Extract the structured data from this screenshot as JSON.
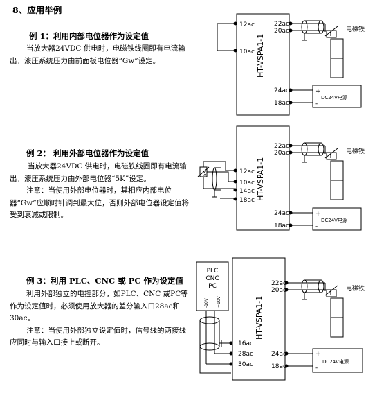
{
  "heading": "8、应用举例",
  "examples": [
    {
      "title": "例 1：利用内部电位器作为设定值",
      "paragraphs": [
        "当放大器24VDC 供电时，电磁铁线圈即有电流输出，液压系统压力由前面板电位器“Gw”设定。"
      ],
      "device": "HT-VSPA1-1",
      "left_terminals": [
        "12ac",
        "10ac"
      ],
      "right_terminals": [
        "22ac",
        "20ac",
        "24ac",
        "18ac"
      ],
      "solenoid_label": "电磁铁",
      "power_label": "DC24V电源",
      "plus": "+",
      "minus": "-"
    },
    {
      "title": "例 2：  利用外部电位器作为设定值",
      "paragraphs": [
        "当放大器24VDC 供电时，电磁铁线圈即有电流输出，液压系统压力由外部电位器“5K”设定。",
        "注意：当使用外部电位器时，其相应内部电位器“Gw”应顺时针调到最大位，否则外部电位器设定值将受到衰减或限制。"
      ],
      "device": "HT-VSPA1-1",
      "left_terminals": [
        "12ac",
        "10ac",
        "14ac",
        "18ac"
      ],
      "pot_label": "5K",
      "right_terminals": [
        "22ac",
        "20ac",
        "24ac",
        "18ac"
      ],
      "solenoid_label": "电磁铁",
      "power_label": "DC24V电源",
      "plus": "+",
      "minus": "-"
    },
    {
      "title": "例 3：利用 PLC、CNC 或 PC 作为设定值",
      "paragraphs": [
        "利用外部独立的电控部分，如PLC、CNC 或PC等作为设定值时，必须使用放大器的差分输入口28ac和30ac。",
        "注意：当使用外部独立设定值时，信号线的两接线应同时与输入口接上或断开。"
      ],
      "device": "HT-VSPA1-1",
      "controller_lines": [
        "PLC",
        "CNC",
        "PC"
      ],
      "controller_pins": [
        "-10V",
        "+10V"
      ],
      "left_terminals": [
        "16ac",
        "28ac",
        "30ac"
      ],
      "right_terminals": [
        "22ac",
        "20ac",
        "24ac",
        "18ac"
      ],
      "solenoid_label": "电磁铁",
      "power_label": "DC24V电源",
      "plus": "+",
      "minus": "-"
    }
  ]
}
